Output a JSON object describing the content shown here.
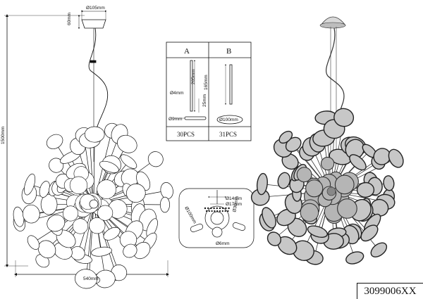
{
  "overall_height": "1500mm",
  "overall_width": "540mm",
  "canopy_diameter": "Ø105mm",
  "canopy_height": "60mm",
  "part_table": {
    "columns": [
      {
        "label": "A",
        "rod_diameter": "Ø4mm",
        "rod_length": "205mm",
        "tip_length": "25mm",
        "disc_diameter": "Ø9mm",
        "count": "30PCS"
      },
      {
        "label": "B",
        "rod_length": "165mm",
        "disc_diameter": "Ø100mm",
        "count": "31PCS"
      }
    ]
  },
  "hub_detail": {
    "dia_14": "Ø14mm",
    "dia_17": "Ø17mm",
    "dia_100": "Ø100mm",
    "dia_30": "Ø30mm",
    "dia_6": "Ø6mm"
  },
  "model_code": "3099006XX"
}
